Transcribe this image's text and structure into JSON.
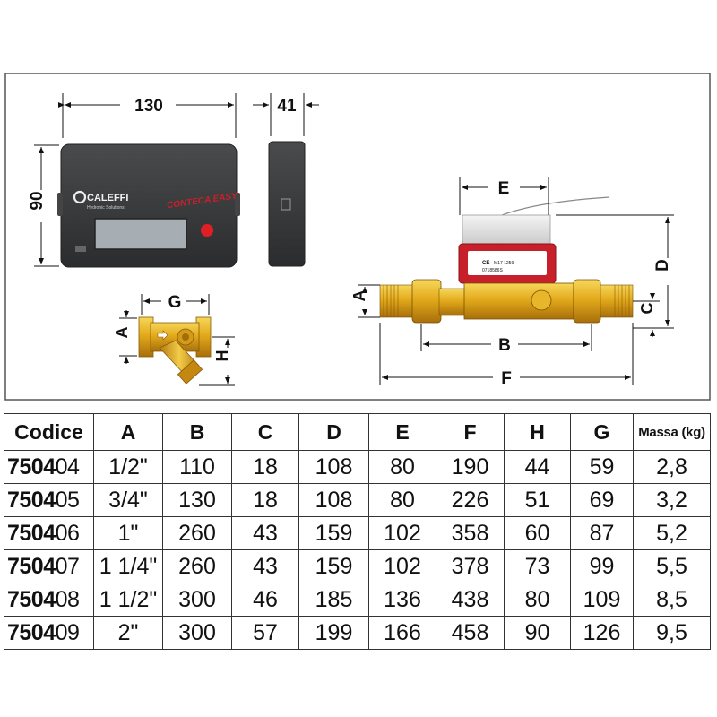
{
  "dimensions": {
    "monitor_width": "130",
    "monitor_depth": "41",
    "monitor_height": "90",
    "filter_g": "G",
    "filter_a": "A",
    "filter_h": "H",
    "meter_e": "E",
    "meter_a": "A",
    "meter_b": "B",
    "meter_c": "C",
    "meter_d": "D",
    "meter_f": "F"
  },
  "device": {
    "brand": "CALEFFI",
    "brand_sub": "Hydronic Solutions",
    "product_logo": "CONTECA EASY",
    "meter_label_ce": "CE",
    "meter_label_mark": "M17 1259",
    "meter_label_serial": "0718586S"
  },
  "table": {
    "headers": [
      "Codice",
      "A",
      "B",
      "C",
      "D",
      "E",
      "F",
      "H",
      "G",
      "Massa (kg)"
    ],
    "rows": [
      {
        "code_prefix": "7504",
        "code_suffix": "04",
        "A": "1/2\"",
        "B": "110",
        "C": "18",
        "D": "108",
        "E": "80",
        "F": "190",
        "H": "44",
        "G": "59",
        "mass": "2,8"
      },
      {
        "code_prefix": "7504",
        "code_suffix": "05",
        "A": "3/4\"",
        "B": "130",
        "C": "18",
        "D": "108",
        "E": "80",
        "F": "226",
        "H": "51",
        "G": "69",
        "mass": "3,2"
      },
      {
        "code_prefix": "7504",
        "code_suffix": "06",
        "A": "1\"",
        "B": "260",
        "C": "43",
        "D": "159",
        "E": "102",
        "F": "358",
        "H": "60",
        "G": "87",
        "mass": "5,2"
      },
      {
        "code_prefix": "7504",
        "code_suffix": "07",
        "A": "1 1/4\"",
        "B": "260",
        "C": "43",
        "D": "159",
        "E": "102",
        "F": "378",
        "H": "73",
        "G": "99",
        "mass": "5,5"
      },
      {
        "code_prefix": "7504",
        "code_suffix": "08",
        "A": "1 1/2\"",
        "B": "300",
        "C": "46",
        "D": "185",
        "E": "136",
        "F": "438",
        "H": "80",
        "G": "109",
        "mass": "8,5"
      },
      {
        "code_prefix": "7504",
        "code_suffix": "09",
        "A": "2\"",
        "B": "300",
        "C": "57",
        "D": "199",
        "E": "166",
        "F": "458",
        "H": "90",
        "G": "126",
        "mass": "9,5"
      }
    ]
  },
  "colors": {
    "frame": "#555555",
    "monitor_body": "#3a3b3c",
    "brass": "#e0a818",
    "meter_red": "#c8202a",
    "led_red": "#e01e26"
  }
}
